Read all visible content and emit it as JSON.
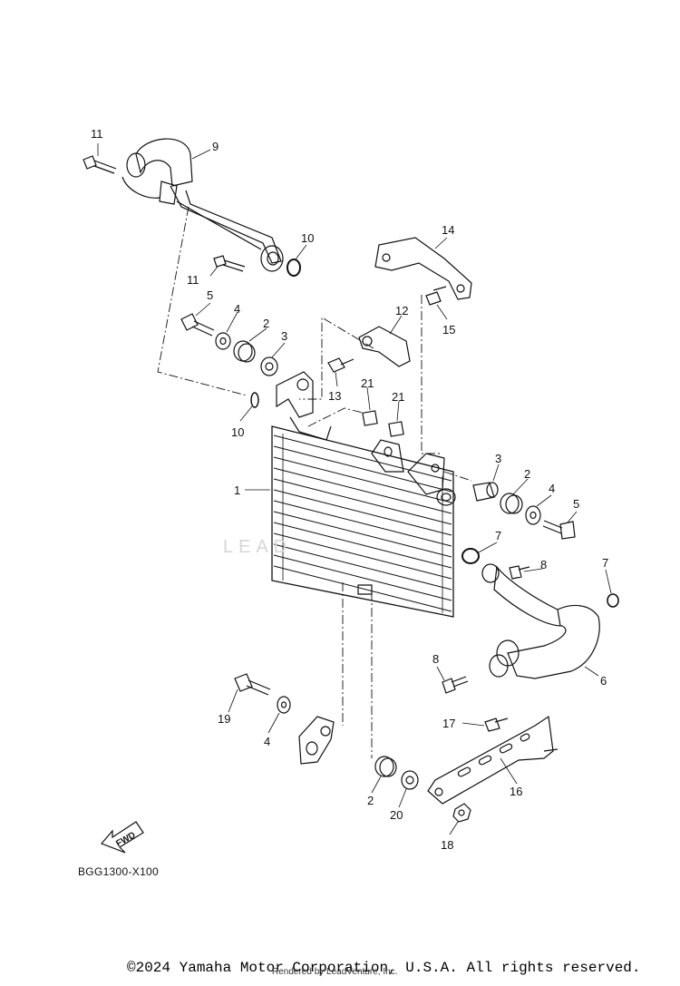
{
  "diagram": {
    "drawing_code": "BGG1300-X100",
    "fwd_label": "FWD",
    "watermark": "LEAD",
    "copyright": "©2024 Yamaha Motor Corporation, U.S.A. All rights reserved.",
    "rendered_by": "Rendered by LeadVenture, Inc."
  },
  "callouts": [
    {
      "id": "c11a",
      "text": "11"
    },
    {
      "id": "c9",
      "text": "9"
    },
    {
      "id": "c10a",
      "text": "10"
    },
    {
      "id": "c14",
      "text": "14"
    },
    {
      "id": "c11b",
      "text": "11"
    },
    {
      "id": "c15",
      "text": "15"
    },
    {
      "id": "c5a",
      "text": "5"
    },
    {
      "id": "c4a",
      "text": "4"
    },
    {
      "id": "c2a",
      "text": "2"
    },
    {
      "id": "c3a",
      "text": "3"
    },
    {
      "id": "c12",
      "text": "12"
    },
    {
      "id": "c13",
      "text": "13"
    },
    {
      "id": "c21a",
      "text": "21"
    },
    {
      "id": "c21b",
      "text": "21"
    },
    {
      "id": "c10b",
      "text": "10"
    },
    {
      "id": "c1",
      "text": "1"
    },
    {
      "id": "c3b",
      "text": "3"
    },
    {
      "id": "c2b",
      "text": "2"
    },
    {
      "id": "c4b",
      "text": "4"
    },
    {
      "id": "c5b",
      "text": "5"
    },
    {
      "id": "c7a",
      "text": "7"
    },
    {
      "id": "c8a",
      "text": "8"
    },
    {
      "id": "c7b",
      "text": "7"
    },
    {
      "id": "c8b",
      "text": "8"
    },
    {
      "id": "c6",
      "text": "6"
    },
    {
      "id": "c19",
      "text": "19"
    },
    {
      "id": "c4c",
      "text": "4"
    },
    {
      "id": "c17",
      "text": "17"
    },
    {
      "id": "c16",
      "text": "16"
    },
    {
      "id": "c2c",
      "text": "2"
    },
    {
      "id": "c20",
      "text": "20"
    },
    {
      "id": "c18",
      "text": "18"
    }
  ]
}
